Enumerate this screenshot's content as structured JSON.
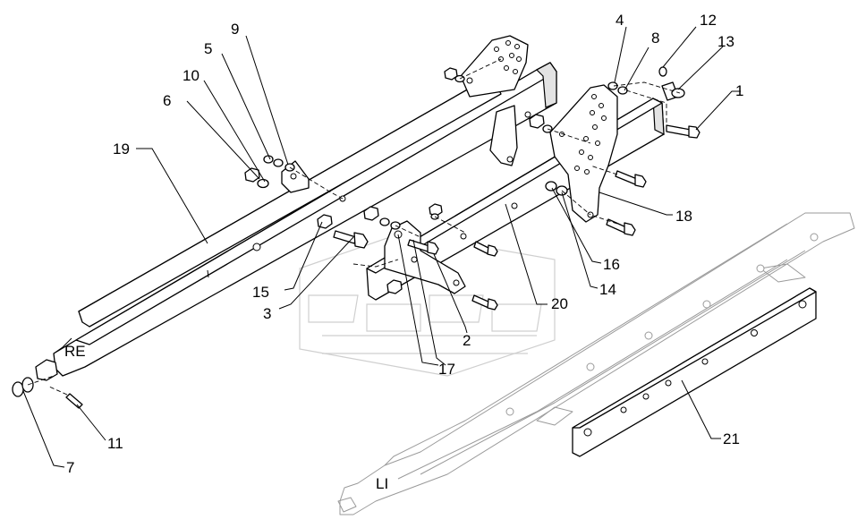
{
  "callouts": [
    {
      "id": "c1",
      "text": "1"
    },
    {
      "id": "c2",
      "text": "2"
    },
    {
      "id": "c3",
      "text": "3"
    },
    {
      "id": "c4",
      "text": "4"
    },
    {
      "id": "c5",
      "text": "5"
    },
    {
      "id": "c6",
      "text": "6"
    },
    {
      "id": "c7",
      "text": "7"
    },
    {
      "id": "c8",
      "text": "8"
    },
    {
      "id": "c9",
      "text": "9"
    },
    {
      "id": "c10",
      "text": "10"
    },
    {
      "id": "c11",
      "text": "11"
    },
    {
      "id": "c12",
      "text": "12"
    },
    {
      "id": "c13",
      "text": "13"
    },
    {
      "id": "c14",
      "text": "14"
    },
    {
      "id": "c15",
      "text": "15"
    },
    {
      "id": "c16",
      "text": "16"
    },
    {
      "id": "c17",
      "text": "17"
    },
    {
      "id": "c18",
      "text": "18"
    },
    {
      "id": "c19",
      "text": "19"
    },
    {
      "id": "c20",
      "text": "20"
    },
    {
      "id": "c21",
      "text": "21"
    }
  ],
  "side_labels": {
    "right": "RE",
    "left": "LI"
  },
  "colors": {
    "line": "#000000",
    "ghost_line": "#9a9a9a",
    "watermark": "#cfcfcf",
    "background": "#ffffff"
  }
}
